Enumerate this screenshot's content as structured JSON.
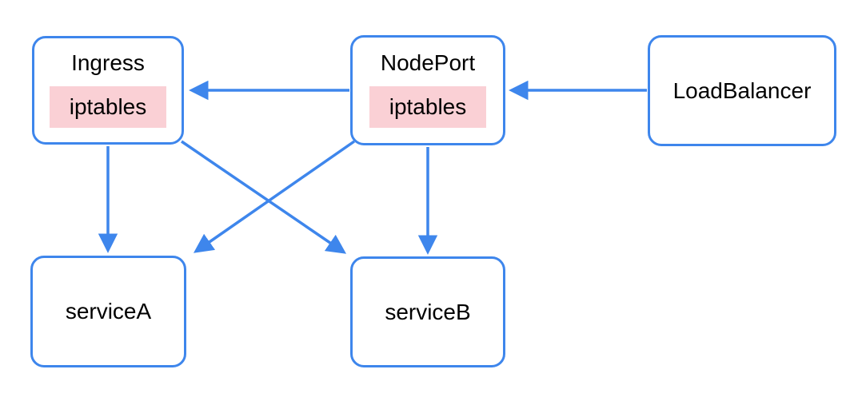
{
  "diagram": {
    "nodes": {
      "ingress": {
        "label": "Ingress",
        "tag": "iptables"
      },
      "nodeport": {
        "label": "NodePort",
        "tag": "iptables"
      },
      "loadbalancer": {
        "label": "LoadBalancer"
      },
      "servicea": {
        "label": "serviceA"
      },
      "serviceb": {
        "label": "serviceB"
      }
    },
    "edges": [
      {
        "from": "LoadBalancer",
        "to": "NodePort"
      },
      {
        "from": "NodePort",
        "to": "Ingress"
      },
      {
        "from": "Ingress",
        "to": "serviceA"
      },
      {
        "from": "Ingress",
        "to": "serviceB"
      },
      {
        "from": "NodePort",
        "to": "serviceA"
      },
      {
        "from": "NodePort",
        "to": "serviceB"
      }
    ],
    "colors": {
      "line": "#3e86ec",
      "box_border": "#3e86ec",
      "highlight_bg": "#fad0d5",
      "text": "#000000",
      "background": "#ffffff"
    }
  }
}
